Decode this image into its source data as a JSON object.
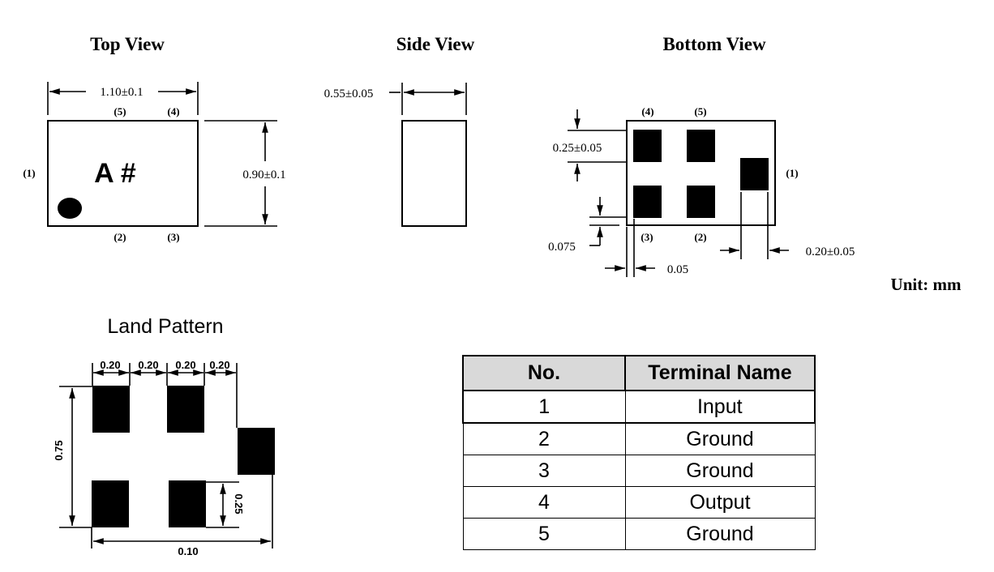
{
  "top_view": {
    "title": "Top View",
    "width_dim": "1.10±0.1",
    "height_dim": "0.90±0.1",
    "marking": "A #",
    "pins": {
      "p1": "(1)",
      "p2": "(2)",
      "p3": "(3)",
      "p4": "(4)",
      "p5": "(5)"
    }
  },
  "side_view": {
    "title": "Side View",
    "thickness_dim": "0.55±0.05"
  },
  "bottom_view": {
    "title": "Bottom View",
    "pad_height_dim": "0.25±0.05",
    "edge_offset_dim": "0.075",
    "side_offset_dim": "0.05",
    "pad_width_dim": "0.20±0.05",
    "pins": {
      "p1": "(1)",
      "p2": "(2)",
      "p3": "(3)",
      "p4": "(4)",
      "p5": "(5)"
    }
  },
  "unit_label": "Unit: mm",
  "land_pattern": {
    "title": "Land Pattern",
    "top_dims": [
      "0.20",
      "0.20",
      "0.20",
      "0.20"
    ],
    "height_dim": "0.75",
    "pad_height_dim": "0.25",
    "total_width_dim": "0.10"
  },
  "terminal_table": {
    "headers": [
      "No.",
      "Terminal Name"
    ],
    "rows": [
      {
        "no": "1",
        "name": "Input"
      },
      {
        "no": "2",
        "name": "Ground"
      },
      {
        "no": "3",
        "name": "Ground"
      },
      {
        "no": "4",
        "name": "Output"
      },
      {
        "no": "5",
        "name": "Ground"
      }
    ]
  }
}
